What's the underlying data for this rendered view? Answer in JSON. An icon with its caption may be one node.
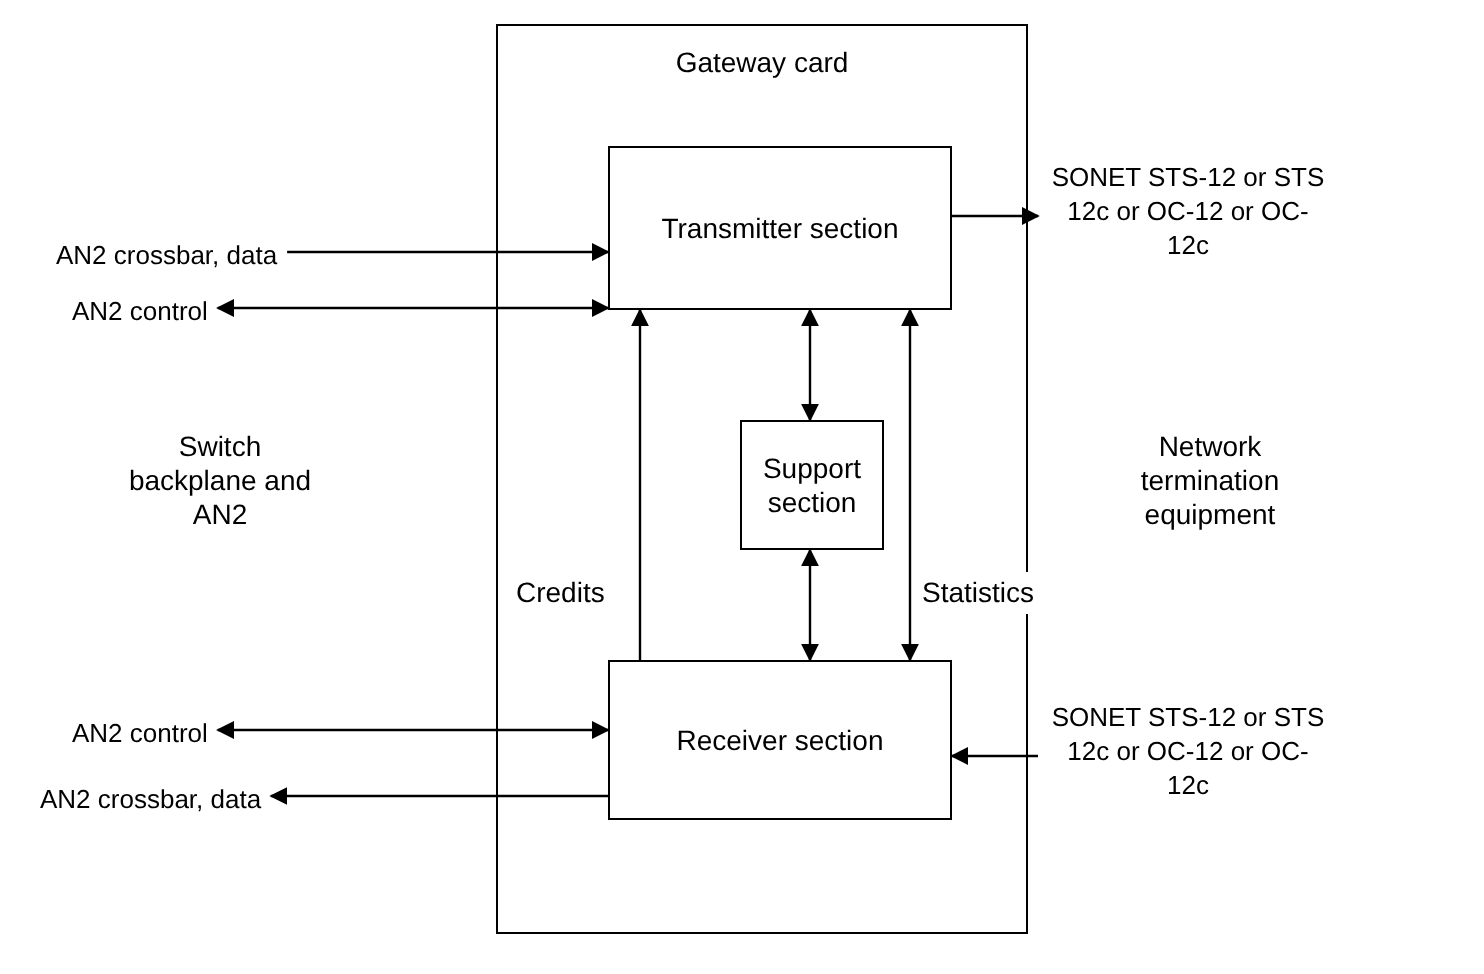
{
  "diagram": {
    "nodes": [
      {
        "text": [
          "Gateway card"
        ]
      },
      {
        "text": [
          "Transmitter section"
        ],
        "in": 0
      },
      {
        "text": [
          "Support section"
        ],
        "in": 0
      },
      {
        "text": [
          "Receiver section"
        ],
        "in": 0
      },
      {
        "text": [
          "AN2 crossbar, data"
        ]
      },
      {
        "text": [
          "AN2 control"
        ]
      },
      {
        "text": [
          "SONET STS-12 or STS 12c or OC-12 or OC-12c"
        ]
      },
      {
        "text": [
          "AN2 control"
        ]
      },
      {
        "text": [
          "AN2 crossbar, data"
        ]
      },
      {
        "text": [
          "SONET STS-12 or STS 12c or OC-12 or OC-12c"
        ]
      }
    ],
    "edges": [
      {
        "from": 4,
        "to": 1,
        "arrow": "to"
      },
      {
        "from": 5,
        "to": 1,
        "arrow": "both"
      },
      {
        "from": 1,
        "to": 6,
        "arrow": "to"
      },
      {
        "from": 3,
        "to": 1,
        "arrow": "to",
        "label": "Credits"
      },
      {
        "from": 2,
        "to": 1,
        "arrow": "both"
      },
      {
        "from": 2,
        "to": 3,
        "arrow": "both"
      },
      {
        "from": 1,
        "to": 3,
        "arrow": "both",
        "label": "Statistics"
      },
      {
        "from": 7,
        "to": 3,
        "arrow": "both"
      },
      {
        "from": 3,
        "to": 8,
        "arrow": "to"
      },
      {
        "from": 9,
        "to": 3,
        "arrow": "to"
      }
    ],
    "labels": [
      "Switch backplane and AN2",
      "Network termination equipment"
    ]
  }
}
